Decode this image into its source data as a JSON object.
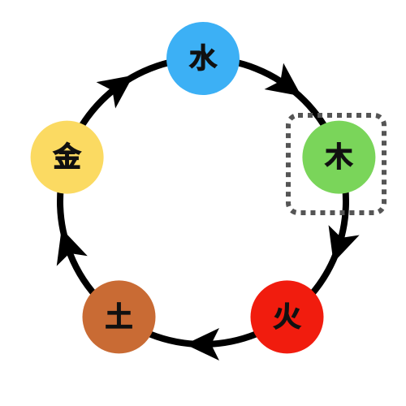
{
  "diagram": {
    "type": "cycle",
    "direction": "clockwise",
    "ring_color": "#000000",
    "highlighted": "wood",
    "highlight_style": "dotted",
    "highlight_color": "#555555",
    "nodes": [
      {
        "id": "water",
        "label": "水",
        "color": "#3cb0f5"
      },
      {
        "id": "wood",
        "label": "木",
        "color": "#7ad55a"
      },
      {
        "id": "fire",
        "label": "火",
        "color": "#f11c0e"
      },
      {
        "id": "earth",
        "label": "土",
        "color": "#c96b34"
      },
      {
        "id": "metal",
        "label": "金",
        "color": "#fbda62"
      }
    ],
    "arrows": [
      {
        "from": "water",
        "to": "wood"
      },
      {
        "from": "wood",
        "to": "fire"
      },
      {
        "from": "fire",
        "to": "earth"
      },
      {
        "from": "earth",
        "to": "metal"
      },
      {
        "from": "metal",
        "to": "water"
      }
    ]
  }
}
